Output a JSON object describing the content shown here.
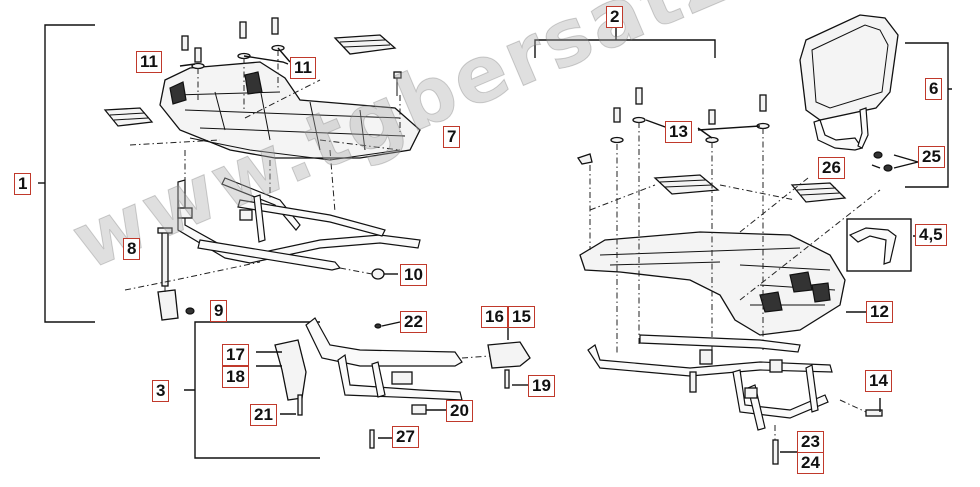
{
  "watermark": "www.tgbersatzteile.de",
  "callouts": [
    {
      "id": "c1",
      "text": "1"
    },
    {
      "id": "c2",
      "text": "2"
    },
    {
      "id": "c3",
      "text": "3"
    },
    {
      "id": "c45",
      "text": "4,5"
    },
    {
      "id": "c6",
      "text": "6"
    },
    {
      "id": "c7",
      "text": "7"
    },
    {
      "id": "c8",
      "text": "8"
    },
    {
      "id": "c9",
      "text": "9"
    },
    {
      "id": "c10",
      "text": "10"
    },
    {
      "id": "c11a",
      "text": "11"
    },
    {
      "id": "c11b",
      "text": "11"
    },
    {
      "id": "c12",
      "text": "12"
    },
    {
      "id": "c13",
      "text": "13"
    },
    {
      "id": "c14",
      "text": "14"
    },
    {
      "id": "c15",
      "text": "15"
    },
    {
      "id": "c16",
      "text": "16"
    },
    {
      "id": "c17",
      "text": "17"
    },
    {
      "id": "c18",
      "text": "18"
    },
    {
      "id": "c19",
      "text": "19"
    },
    {
      "id": "c20",
      "text": "20"
    },
    {
      "id": "c21",
      "text": "21"
    },
    {
      "id": "c22",
      "text": "22"
    },
    {
      "id": "c23",
      "text": "23"
    },
    {
      "id": "c24",
      "text": "24"
    },
    {
      "id": "c25",
      "text": "25"
    },
    {
      "id": "c26",
      "text": "26"
    },
    {
      "id": "c27",
      "text": "27"
    }
  ]
}
